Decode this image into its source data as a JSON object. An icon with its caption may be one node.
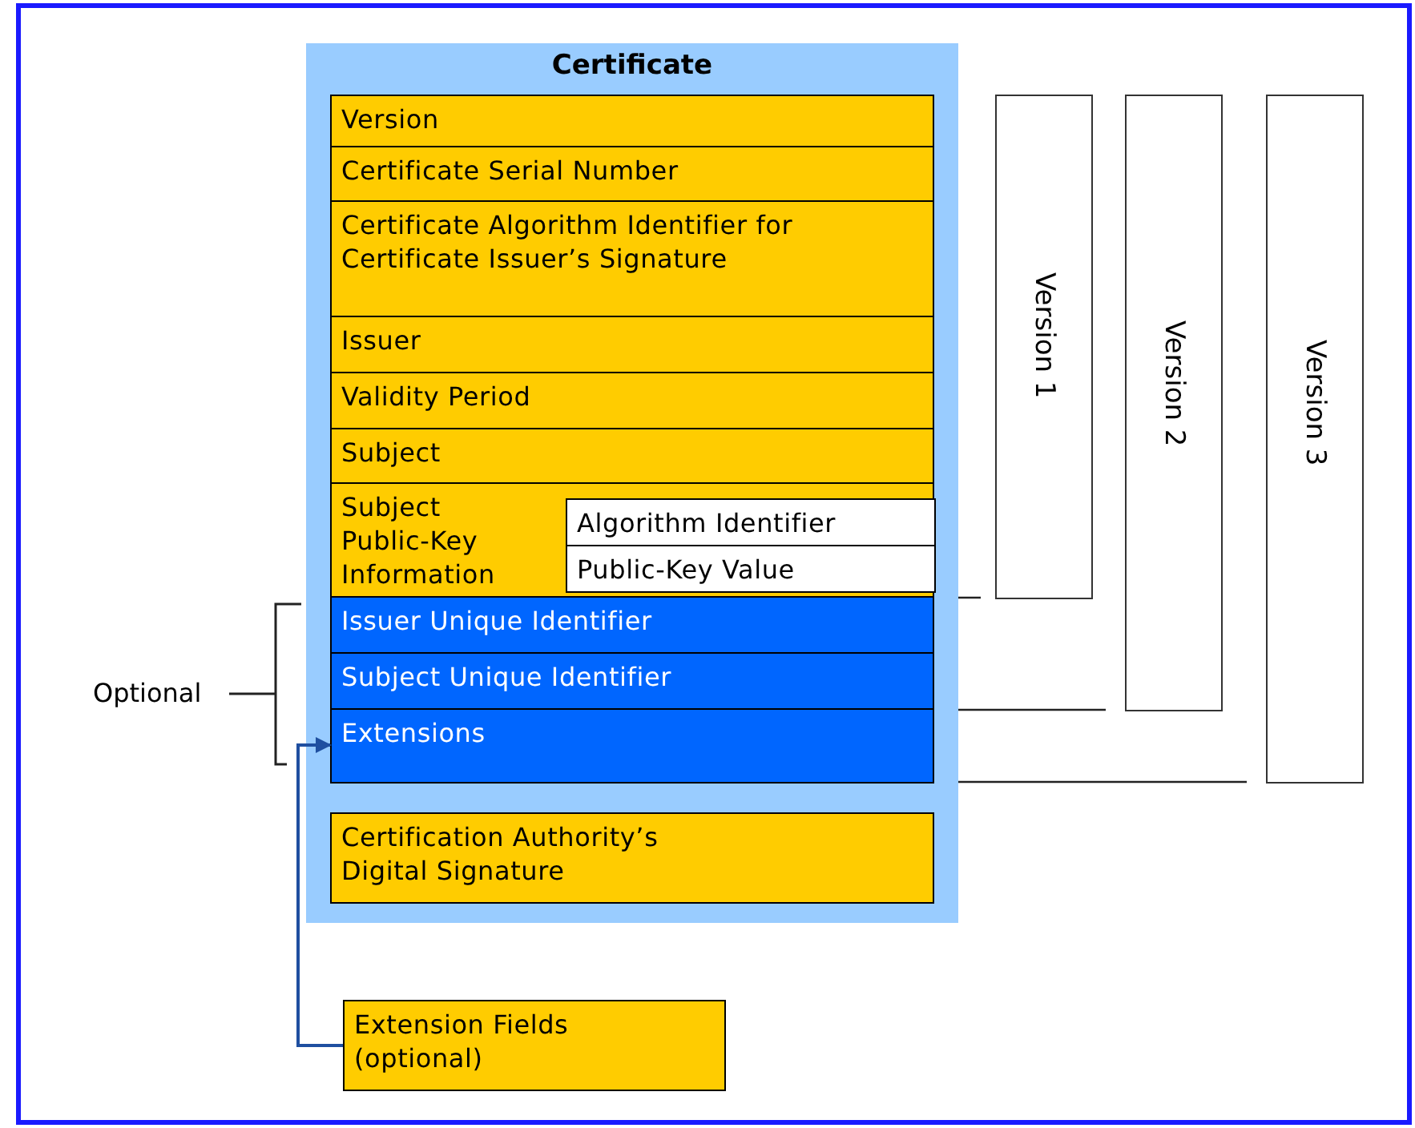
{
  "diagram": {
    "nodes": [
      {
        "text": [
          "Certificate"
        ]
      },
      {
        "text": [
          "Version"
        ],
        "in": 0
      },
      {
        "text": [
          "Certificate Serial Number"
        ],
        "in": 0
      },
      {
        "text": [
          "Certificate Algorithm Identifier for Certificate Issuer’s Signature"
        ],
        "in": 0
      },
      {
        "text": [
          "Issuer"
        ],
        "in": 0
      },
      {
        "text": [
          "Validity Period"
        ],
        "in": 0
      },
      {
        "text": [
          "Subject"
        ],
        "in": 0
      },
      {
        "text": [
          "Subject Public-Key Information"
        ],
        "in": 0
      },
      {
        "text": [
          "Algorithm Identifier"
        ],
        "in": 7
      },
      {
        "text": [
          "Public-Key Value"
        ],
        "in": 7
      },
      {
        "text": [
          "Issuer Unique Identifier"
        ],
        "in": 0
      },
      {
        "text": [
          "Subject Unique Identifier"
        ],
        "in": 0
      },
      {
        "text": [
          "Extensions"
        ],
        "in": 0
      },
      {
        "text": [
          "Certification Authority’s Digital Signature"
        ],
        "in": 0
      },
      {
        "text": [
          "Version 1"
        ]
      },
      {
        "text": [
          "Version 2"
        ]
      },
      {
        "text": [
          "Version 3"
        ]
      },
      {
        "text": [
          "Extension Fields (optional)"
        ]
      }
    ],
    "edges": [
      {
        "from": 17,
        "to": 12,
        "arrow": "to"
      }
    ],
    "labels": [
      "Optional"
    ]
  }
}
